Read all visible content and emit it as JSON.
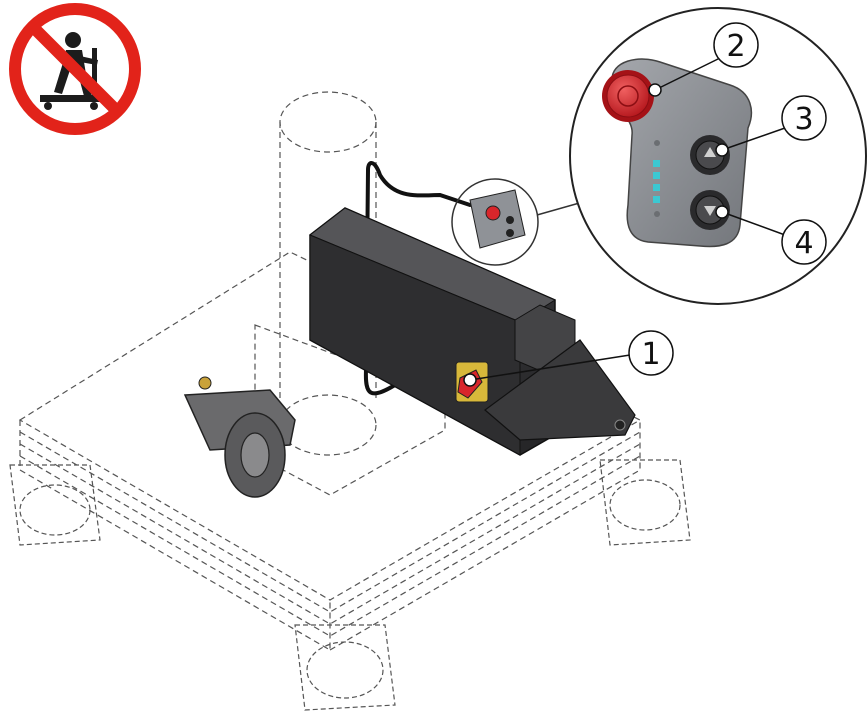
{
  "colors": {
    "prohibition_red": "#e2231a",
    "estop_red": "#d8262b",
    "housing_dark": "#3a3a3c",
    "pendant_grey": "#8f9297",
    "indicator_cyan": "#3cc8d2",
    "drawing_line": "#555555"
  },
  "icons": {
    "prohibition": "no-riding-prohibition-icon"
  },
  "callouts": [
    {
      "number": "1",
      "target": "main-switch"
    },
    {
      "number": "2",
      "target": "emergency-stop-button"
    },
    {
      "number": "3",
      "target": "up-button"
    },
    {
      "number": "4",
      "target": "down-button"
    }
  ],
  "pendant": {
    "indicator_level": 4,
    "indicator_total": 4
  }
}
